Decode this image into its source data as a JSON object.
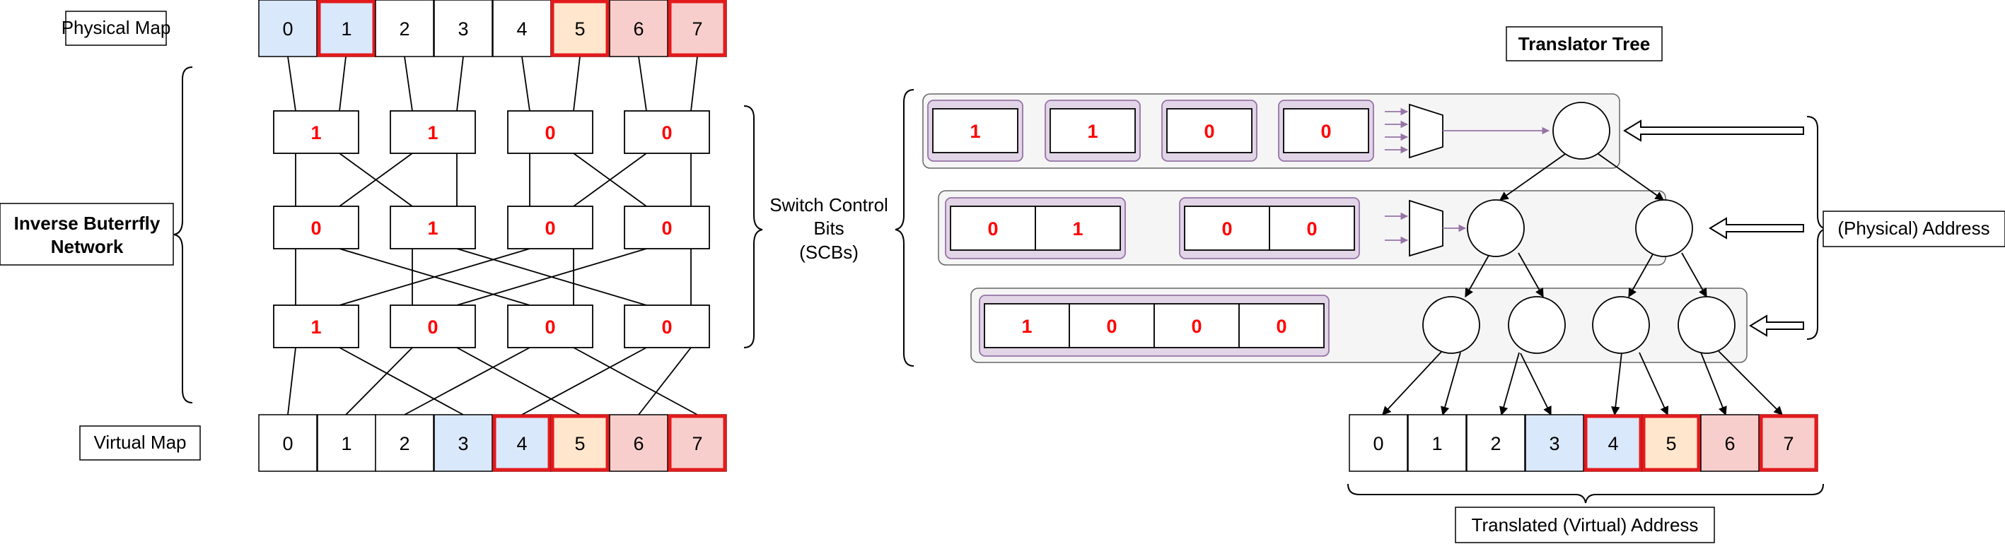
{
  "labels": {
    "physical_map": "Physical Map",
    "virtual_map": "Virtual Map",
    "network": [
      "Inverse Buterrfly",
      "Network"
    ],
    "scb": [
      "Switch Control",
      "Bits",
      "(SCBs)"
    ],
    "translator_tree": "Translator Tree",
    "physical_address": "(Physical) Address",
    "translated_address": "Translated (Virtual) Address"
  },
  "physical_map": {
    "values": [
      "0",
      "1",
      "2",
      "3",
      "4",
      "5",
      "6",
      "7"
    ],
    "fills": [
      "#dae8fc",
      "#dae8fc",
      "#ffffff",
      "#ffffff",
      "#ffffff",
      "#ffe6cc",
      "#f8cecc",
      "#f8cecc"
    ],
    "highlighted": [
      false,
      true,
      false,
      false,
      false,
      true,
      false,
      true
    ]
  },
  "virtual_map": {
    "values": [
      "0",
      "1",
      "2",
      "3",
      "4",
      "5",
      "6",
      "7"
    ],
    "fills": [
      "#ffffff",
      "#ffffff",
      "#ffffff",
      "#dae8fc",
      "#dae8fc",
      "#ffe6cc",
      "#f8cecc",
      "#f8cecc"
    ],
    "highlighted": [
      false,
      false,
      false,
      false,
      true,
      true,
      false,
      true
    ]
  },
  "switch_bits": [
    [
      "1",
      "1",
      "0",
      "0"
    ],
    [
      "0",
      "1",
      "0",
      "0"
    ],
    [
      "1",
      "0",
      "0",
      "0"
    ]
  ],
  "tree_registers": [
    [
      [
        "1"
      ],
      [
        "1"
      ],
      [
        "0"
      ],
      [
        "0"
      ]
    ],
    [
      [
        "0",
        "1"
      ],
      [
        "0",
        "0"
      ]
    ],
    [
      [
        "1",
        "0",
        "0",
        "0"
      ]
    ]
  ],
  "translated_address": {
    "values": [
      "0",
      "1",
      "2",
      "3",
      "4",
      "5",
      "6",
      "7"
    ],
    "fills": [
      "#ffffff",
      "#ffffff",
      "#ffffff",
      "#dae8fc",
      "#dae8fc",
      "#ffe6cc",
      "#f8cecc",
      "#f8cecc"
    ],
    "highlighted": [
      false,
      false,
      false,
      false,
      true,
      true,
      false,
      true
    ]
  },
  "colors": {
    "bit_text": "#ff0000",
    "highlight_border": "#e31a1c",
    "register_group_fill": "#e1d5e7",
    "register_group_stroke": "#9673a6",
    "level_panel_fill": "#f5f5f5",
    "level_panel_stroke": "#666666",
    "arrow_purple": "#9673a6"
  }
}
